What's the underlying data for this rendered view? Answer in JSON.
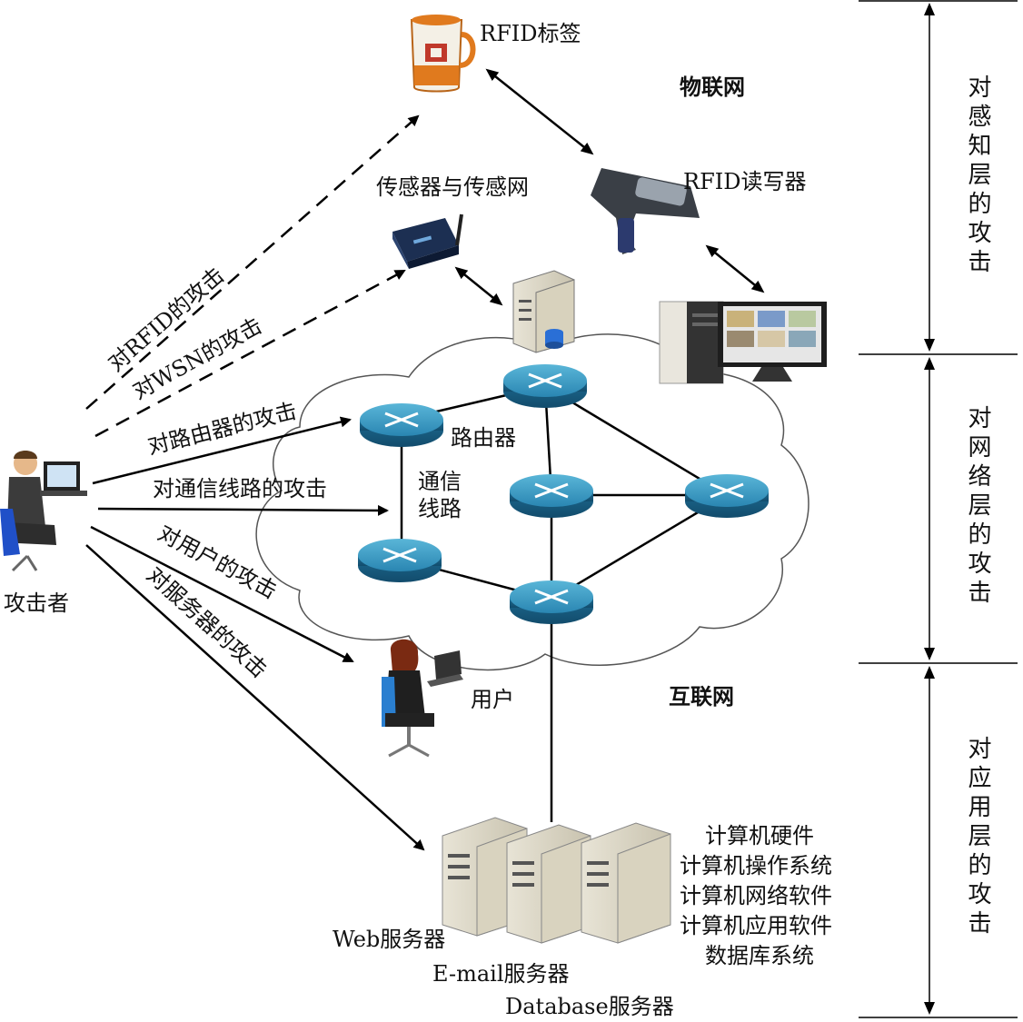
{
  "labels": {
    "rfid_tag": "RFID标签",
    "iot": "物联网",
    "rfid_reader": "RFID读写器",
    "sensor_net": "传感器与传感网",
    "router": "路由器",
    "comm_line_1": "通信",
    "comm_line_2": "线路",
    "attacker": "攻击者",
    "user": "用户",
    "internet": "互联网",
    "web_server": "Web服务器",
    "email_server": "E-mail服务器",
    "db_server": "Database服务器"
  },
  "attacks": {
    "rfid": "对RFID的攻击",
    "wsn": "对WSN的攻击",
    "router": "对路由器的攻击",
    "line": "对通信线路的攻击",
    "user": "对用户的攻击",
    "server": "对服务器的攻击"
  },
  "targets": [
    "计算机硬件",
    "计算机操作系统",
    "计算机网络软件",
    "计算机应用软件",
    "数据库系统"
  ],
  "layers": [
    "对感知层的攻击",
    "对网络层的攻击",
    "对应用层的攻击"
  ]
}
